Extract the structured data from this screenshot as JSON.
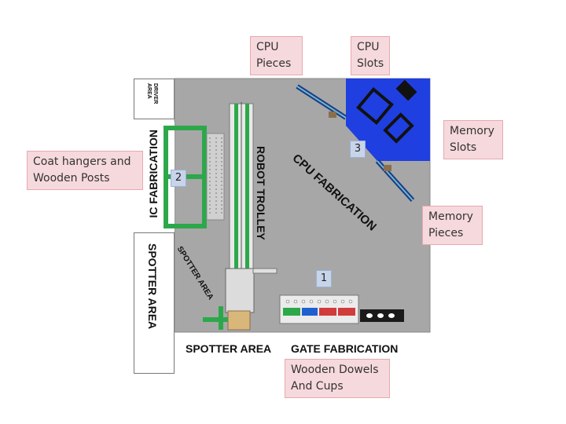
{
  "callouts": {
    "cpu_pieces": "CPU\nPieces",
    "cpu_slots": "CPU\nSlots",
    "memory_slots": "Memory\nSlots",
    "coat_hangers": "Coat hangers and\nWooden Posts",
    "memory_pieces": "Memory\nPieces",
    "wooden_dowels": "Wooden Dowels\nAnd Cups"
  },
  "zones": {
    "z1": "1",
    "z2": "2",
    "z3": "3"
  },
  "areas": {
    "driver": "DRIVER\nAREA",
    "ic_fabrication": "IC FABRICATION",
    "robot_trolley": "ROBOT TROLLEY",
    "cpu_fabrication": "CPU FABRICATION",
    "spotter_area_left": "SPOTTER AREA",
    "spotter_area_diag": "SPOTTER AREA",
    "spotter_area_bottom": "SPOTTER AREA",
    "gate_fabrication": "GATE FABRICATION"
  },
  "colors": {
    "field": "#a7a7a7",
    "green": "#2ca84a",
    "blue": "#1f3fe0",
    "callout_fill": "#f6d9dc"
  }
}
